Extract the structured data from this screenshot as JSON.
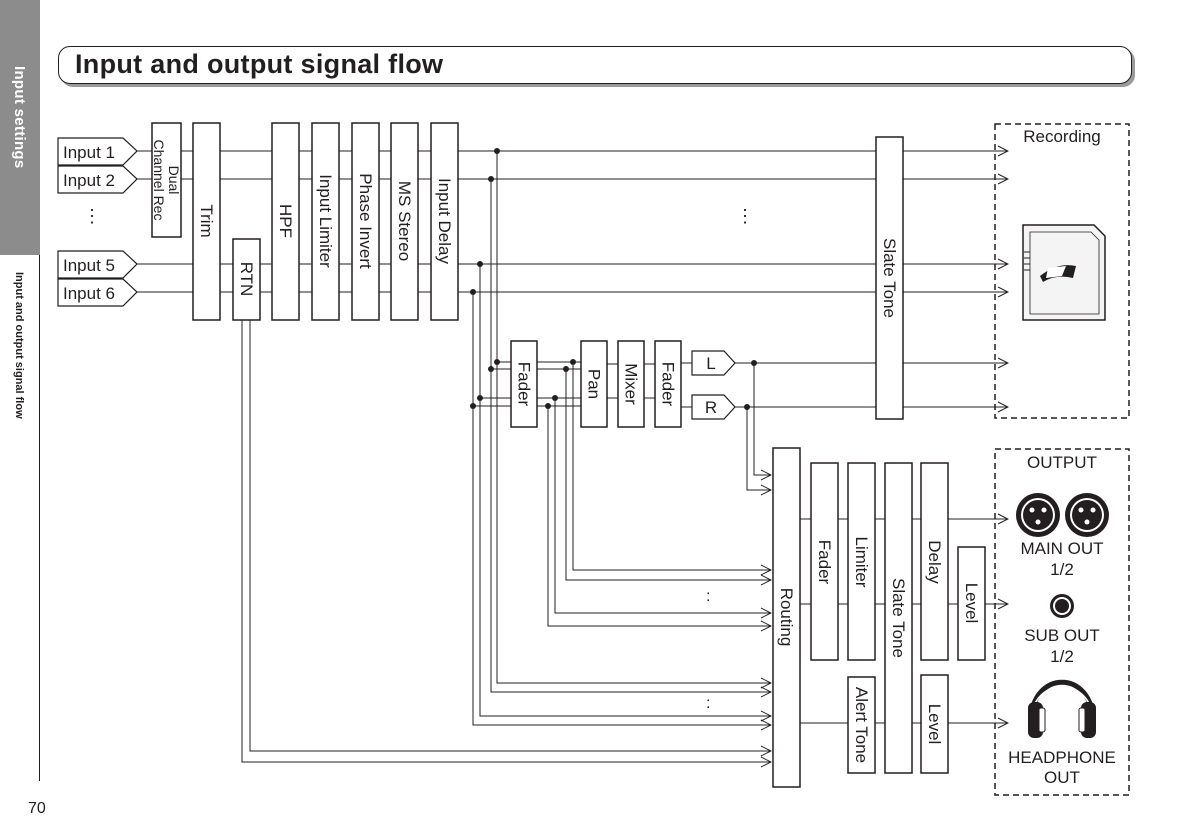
{
  "side_tab": {
    "label": "Input settings"
  },
  "side_section": {
    "label": "Input and output signal flow"
  },
  "page_number": "70",
  "title": "Input and output signal flow",
  "inputs": [
    "Input 1",
    "Input 2",
    "Input 5",
    "Input 6"
  ],
  "input_ellipsis": "⋮",
  "input_chain": {
    "dual_channel_rec": "Dual Channel Rec",
    "trim": "Trim",
    "rtn": "RTN",
    "hpf": "HPF",
    "input_limiter": "Input Limiter",
    "phase_invert": "Phase Invert",
    "ms_stereo": "MS Stereo",
    "input_delay": "Input Delay"
  },
  "track_ellipsis": "⋮",
  "mix_chain": {
    "fader_pre": "Fader",
    "pan": "Pan",
    "mixer": "Mixer",
    "fader_post": "Fader",
    "l": "L",
    "r": "R"
  },
  "slate_tone_recording": "Slate Tone",
  "recording": {
    "label": "Recording"
  },
  "routing": "Routing",
  "routing_ellipsis_1": ":",
  "routing_ellipsis_2": ":",
  "output_chain": {
    "fader": "Fader",
    "limiter": "Limiter",
    "slate_tone": "Slate Tone",
    "alert_tone": "Alert Tone",
    "delay": "Delay",
    "level_sub": "Level",
    "level_hp": "Level"
  },
  "output": {
    "label": "OUTPUT",
    "main_out": "MAIN OUT",
    "main_out_ch": "1/2",
    "sub_out": "SUB OUT",
    "sub_out_ch": "1/2",
    "headphone": "HEADPHONE",
    "headphone_out": "OUT"
  }
}
